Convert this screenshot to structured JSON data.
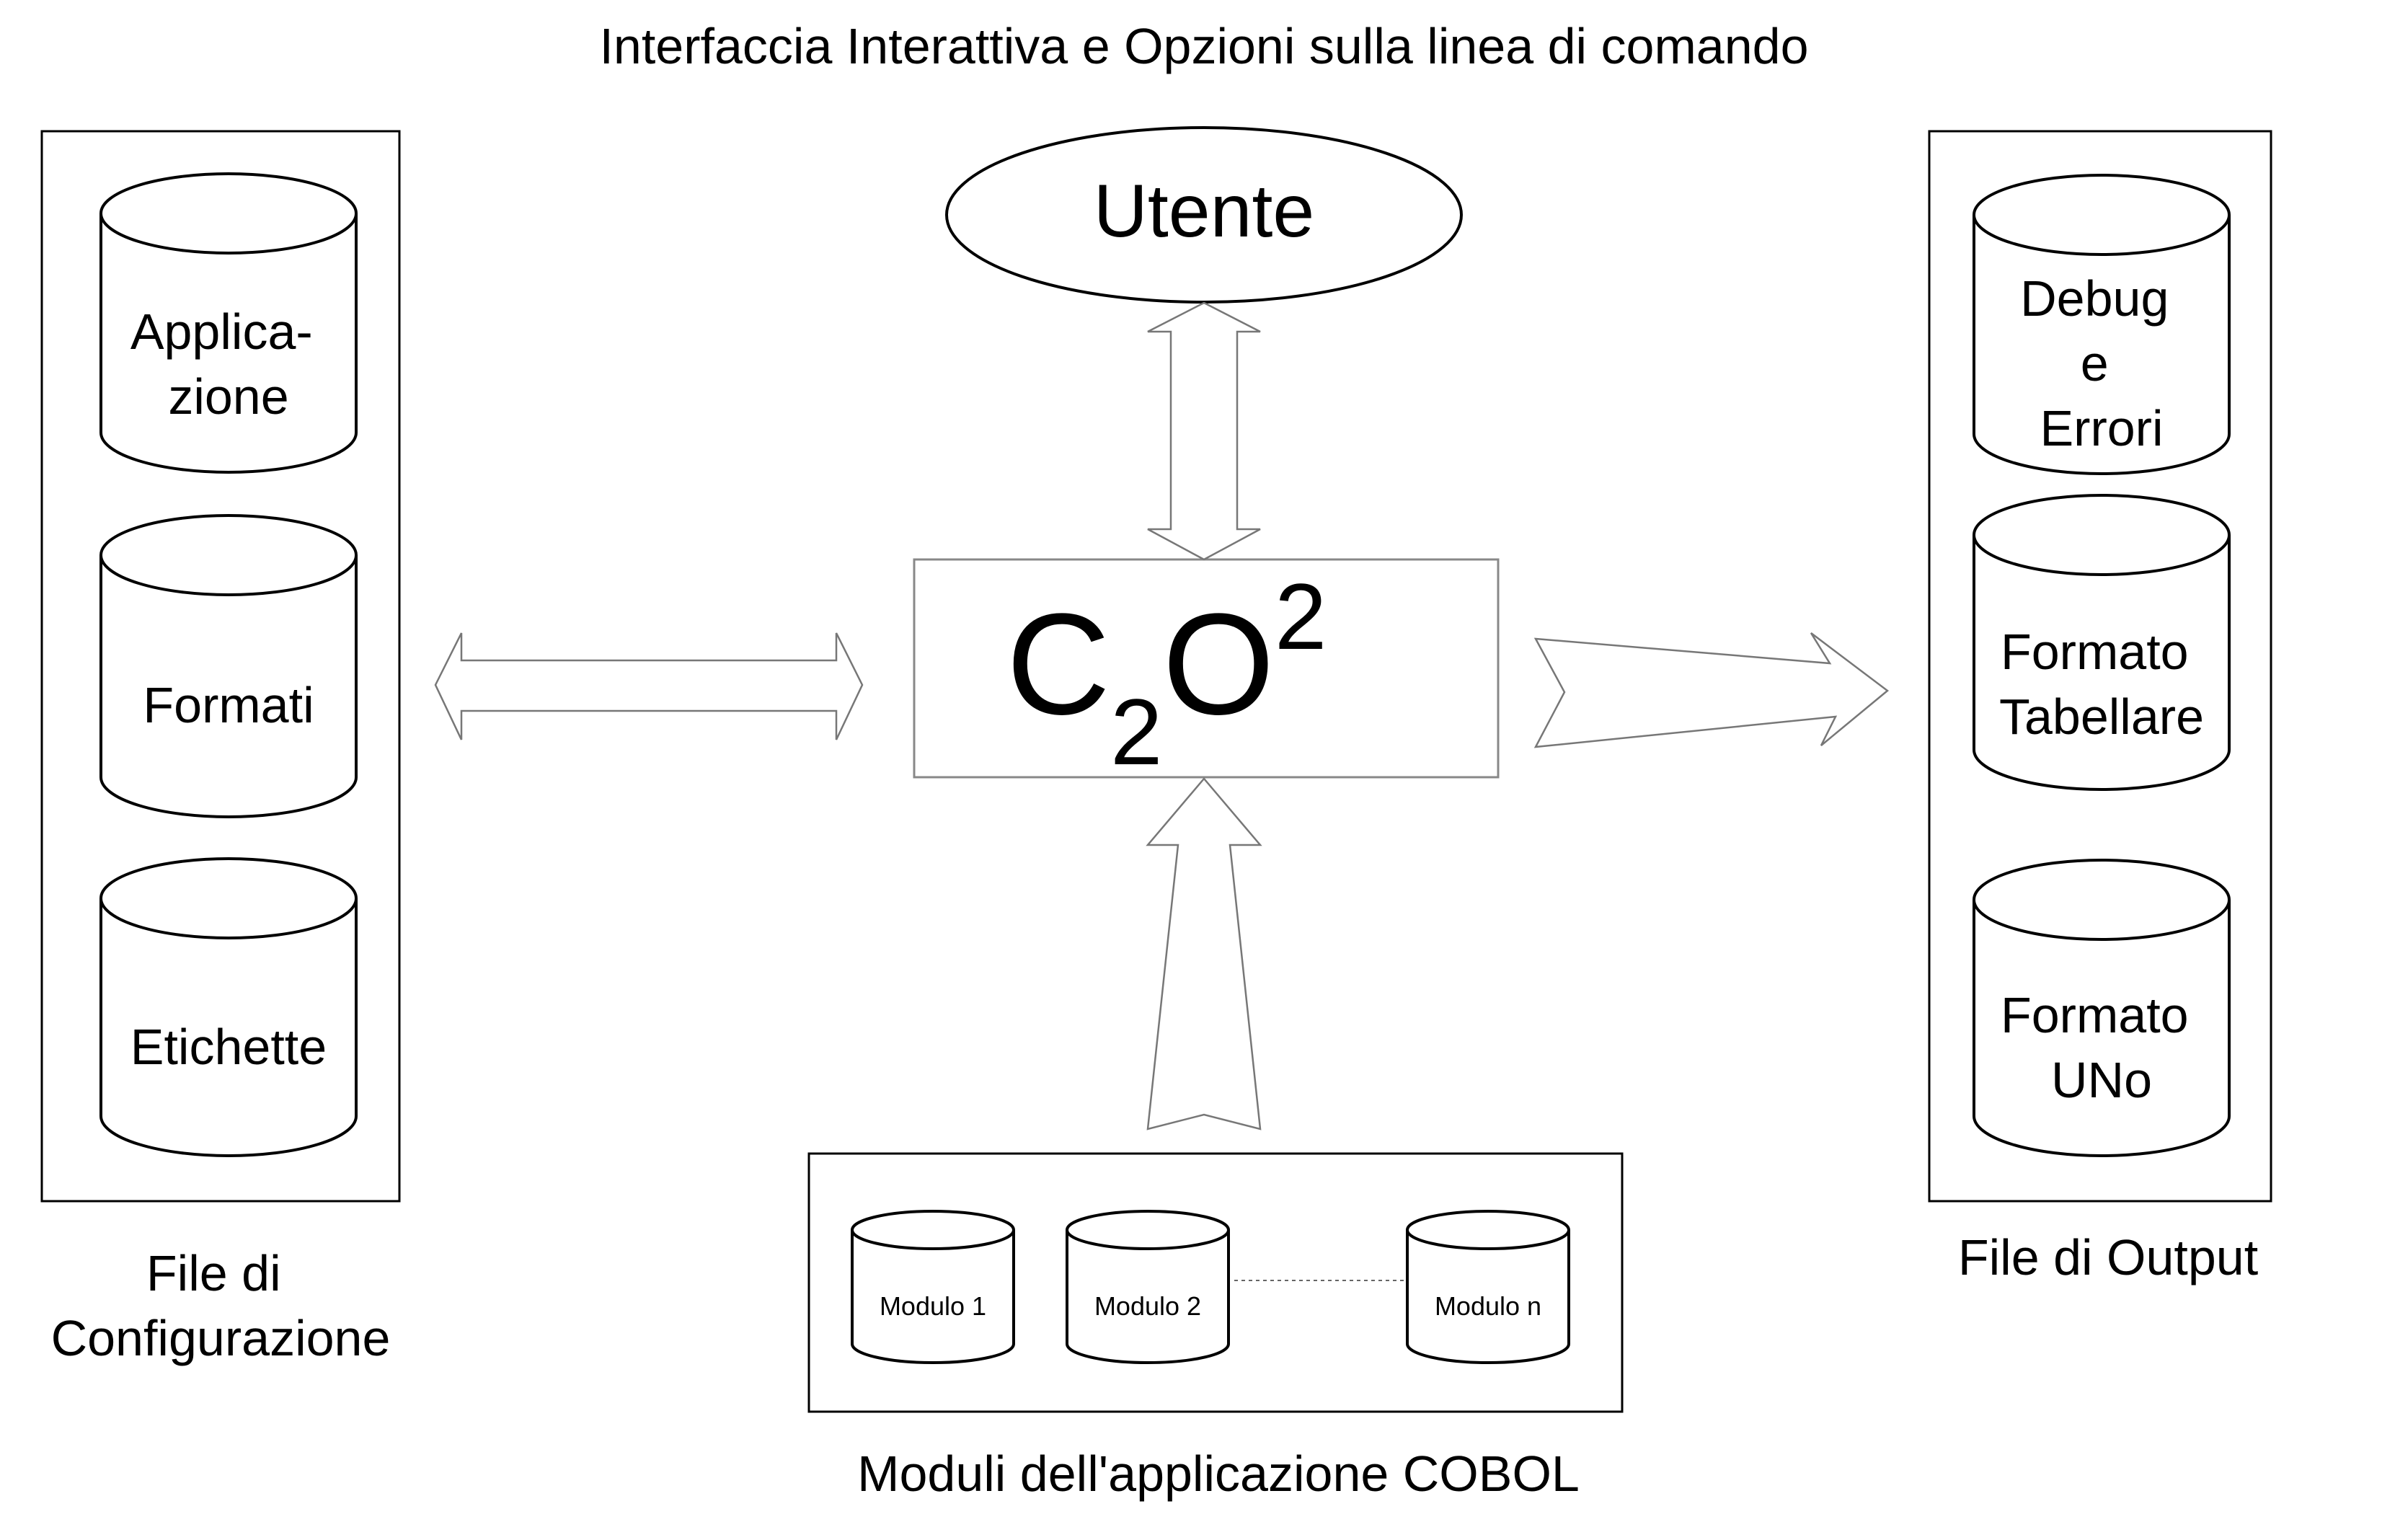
{
  "title": "Interfaccia Interattiva e Opzioni sulla linea di comando",
  "user": {
    "label": "Utente"
  },
  "core": {
    "letter1": "C",
    "sub": "2",
    "letter2": "O",
    "sup": "2"
  },
  "config": {
    "caption_lines": [
      "File di",
      "Configurazione"
    ],
    "files": [
      {
        "lines": [
          "Applica-",
          "zione"
        ]
      },
      {
        "lines": [
          "Formati"
        ]
      },
      {
        "lines": [
          "Etichette"
        ]
      }
    ]
  },
  "output": {
    "caption": "File di Output",
    "files": [
      {
        "lines": [
          "Debug",
          "e",
          "Errori"
        ]
      },
      {
        "lines": [
          "Formato",
          "Tabellare"
        ]
      },
      {
        "lines": [
          "Formato",
          "UNo"
        ]
      }
    ]
  },
  "modules": {
    "caption": "Moduli dell'applicazione COBOL",
    "items": [
      {
        "label": "Modulo 1"
      },
      {
        "label": "Modulo 2"
      },
      {
        "label": "Modulo n"
      }
    ]
  },
  "colors": {
    "stroke": "#000000",
    "arrow": "#777777",
    "box": "#888888"
  }
}
